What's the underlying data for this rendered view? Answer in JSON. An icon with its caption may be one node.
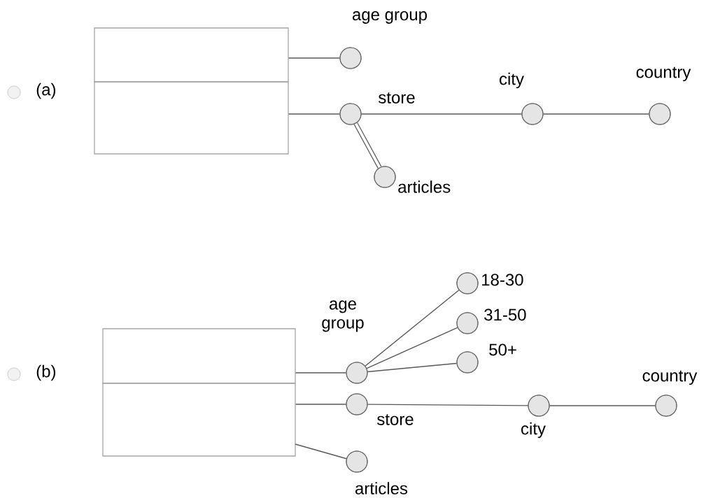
{
  "diagram": {
    "nodes": [
      {
        "text": [],
        "shape": "box"
      },
      {
        "text": [],
        "shape": "box"
      },
      {
        "text": [],
        "shape": "circle",
        "beside": [
          "age group"
        ]
      },
      {
        "text": [],
        "shape": "circle",
        "beside": [
          "store"
        ]
      },
      {
        "text": [],
        "shape": "circle",
        "beside": [
          "city"
        ]
      },
      {
        "text": [],
        "shape": "circle",
        "beside": [
          "country"
        ]
      },
      {
        "text": [],
        "shape": "circle",
        "beside": [
          "articles"
        ]
      },
      {
        "text": [],
        "shape": "box"
      },
      {
        "text": [],
        "shape": "box"
      },
      {
        "text": [],
        "shape": "circle",
        "beside": [
          "age group"
        ]
      },
      {
        "text": [],
        "shape": "circle",
        "beside": [
          "18-30"
        ]
      },
      {
        "text": [],
        "shape": "circle",
        "beside": [
          "31-50"
        ]
      },
      {
        "text": [],
        "shape": "circle",
        "beside": [
          "50+"
        ]
      },
      {
        "text": [],
        "shape": "circle",
        "beside": [
          "store"
        ]
      },
      {
        "text": [],
        "shape": "circle",
        "beside": [
          "city"
        ]
      },
      {
        "text": [],
        "shape": "circle",
        "beside": [
          "country"
        ]
      },
      {
        "text": [],
        "shape": "circle",
        "beside": [
          "articles"
        ]
      }
    ],
    "edges": [
      {
        "from": 0,
        "to": 2,
        "arrow": "none"
      },
      {
        "from": 1,
        "to": 3,
        "arrow": "none"
      },
      {
        "from": 3,
        "to": 4,
        "arrow": "none"
      },
      {
        "from": 4,
        "to": 5,
        "arrow": "none"
      },
      {
        "from": 3,
        "to": 6,
        "arrow": "none",
        "style": "thick"
      },
      {
        "from": 7,
        "to": 9,
        "arrow": "none"
      },
      {
        "from": 9,
        "to": 10,
        "arrow": "none"
      },
      {
        "from": 9,
        "to": 11,
        "arrow": "none"
      },
      {
        "from": 9,
        "to": 12,
        "arrow": "none"
      },
      {
        "from": 8,
        "to": 13,
        "arrow": "none"
      },
      {
        "from": 13,
        "to": 14,
        "arrow": "none"
      },
      {
        "from": 14,
        "to": 15,
        "arrow": "none"
      },
      {
        "from": 8,
        "to": 16,
        "arrow": "none"
      }
    ],
    "labels": [
      "(a)",
      "(b)"
    ]
  }
}
